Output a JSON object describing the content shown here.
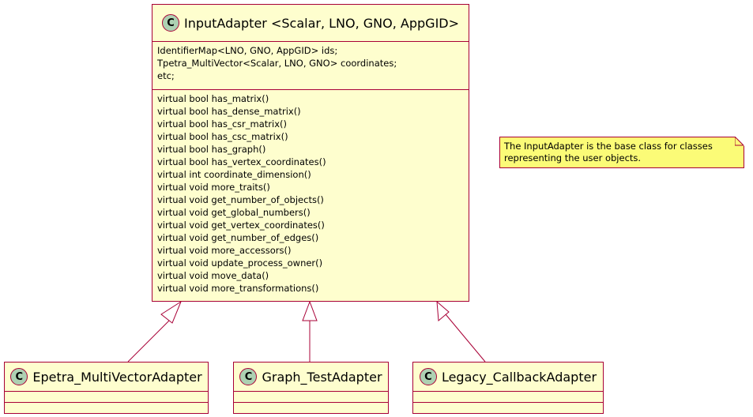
{
  "main_class": {
    "badge": "C",
    "name": "InputAdapter <Scalar, LNO, GNO, AppGID>",
    "attributes": [
      "IdentifierMap<LNO, GNO, AppGID> ids;",
      "Tpetra_MultiVector<Scalar, LNO, GNO> coordinates;",
      "etc;"
    ],
    "methods": [
      "virtual bool has_matrix()",
      "virtual bool has_dense_matrix()",
      "virtual bool has_csr_matrix()",
      "virtual bool has_csc_matrix()",
      "virtual bool has_graph()",
      "virtual bool has_vertex_coordinates()",
      "virtual int coordinate_dimension()",
      "virtual void more_traits()",
      "virtual void get_number_of_objects()",
      "virtual void get_global_numbers()",
      "virtual void get_vertex_coordinates()",
      "virtual void get_number_of_edges()",
      "virtual void more_accessors()",
      "virtual void update_process_owner()",
      "virtual void move_data()",
      "virtual void more_transformations()"
    ]
  },
  "subclasses": [
    {
      "badge": "C",
      "name": "Epetra_MultiVectorAdapter"
    },
    {
      "badge": "C",
      "name": "Graph_TestAdapter"
    },
    {
      "badge": "C",
      "name": "Legacy_CallbackAdapter"
    }
  ],
  "note": {
    "lines": [
      "The InputAdapter is the base class for classes",
      "representing the user objects."
    ]
  },
  "colors": {
    "class_fill": "#fefece",
    "border": "#a80036",
    "badge_fill": "#add1b2",
    "note_fill": "#fbfb77"
  }
}
